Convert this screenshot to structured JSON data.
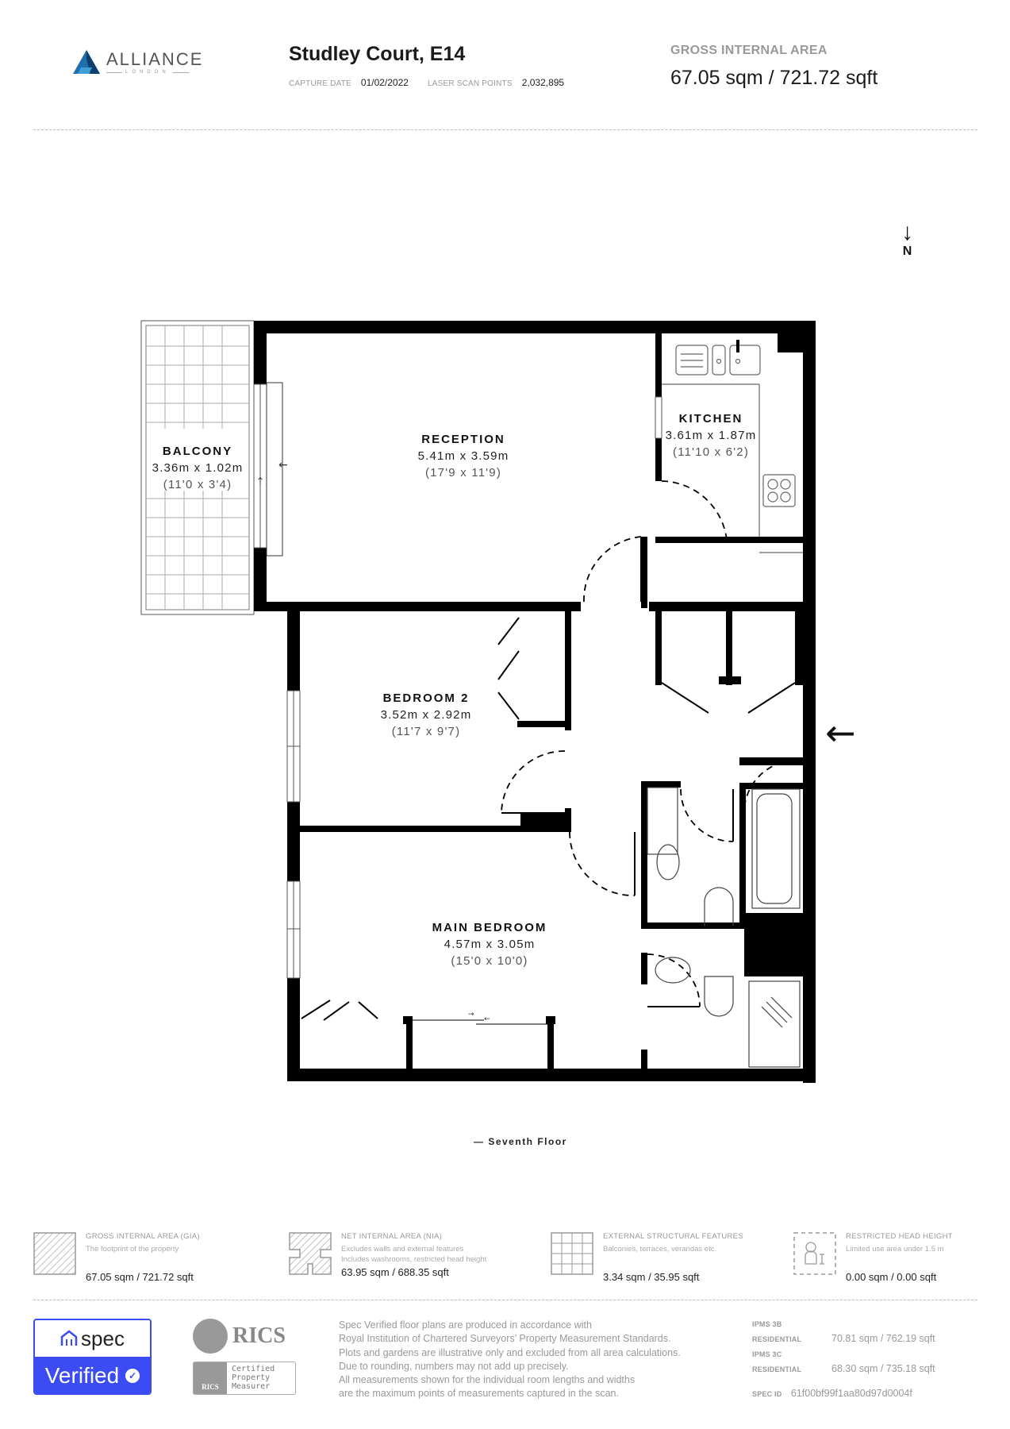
{
  "header": {
    "brand": "ALLIANCE",
    "brand_sub": "LONDON",
    "title": "Studley Court, E14",
    "capture_date_label": "CAPTURE DATE",
    "capture_date": "01/02/2022",
    "scan_points_label": "LASER SCAN POINTS",
    "scan_points": "2,032,895",
    "gia_label": "GROSS INTERNAL AREA",
    "gia_value": "67.05 sqm / 721.72 sqft"
  },
  "compass": {
    "label": "N",
    "arrow": "↓"
  },
  "rooms": {
    "reception": {
      "name": "RECEPTION",
      "metric": "5.41m x 3.59m",
      "imperial": "(17'9 x 11'9)"
    },
    "balcony": {
      "name": "BALCONY",
      "metric": "3.36m x 1.02m",
      "imperial": "(11'0 x 3'4)"
    },
    "kitchen": {
      "name": "KITCHEN",
      "metric": "3.61m x 1.87m",
      "imperial": "(11'10 x 6'2)"
    },
    "bedroom2": {
      "name": "BEDROOM 2",
      "metric": "3.52m x 2.92m",
      "imperial": "(11'7 x 9'7)"
    },
    "main_bedroom": {
      "name": "MAIN BEDROOM",
      "metric": "4.57m x 3.05m",
      "imperial": "(15'0 x 10'0)"
    }
  },
  "entrance_arrow": "←",
  "floor_name": "— Seventh Floor",
  "legend": [
    {
      "icon": "hatch-icon",
      "title": "GROSS INTERNAL AREA (GIA)",
      "desc": [
        "The footprint of the property"
      ],
      "value": "67.05 sqm / 721.72 sqft"
    },
    {
      "icon": "nia-hatch-icon",
      "title": "NET INTERNAL AREA (NIA)",
      "desc": [
        "Excludes walls and external features",
        "Includes washrooms, restricted head height"
      ],
      "value": "63.95 sqm / 688.35 sqft"
    },
    {
      "icon": "grid-icon",
      "title": "EXTERNAL STRUCTURAL FEATURES",
      "desc": [
        "Balconies, terraces, verandas etc."
      ],
      "value": "3.34 sqm / 35.95 sqft"
    },
    {
      "icon": "restricted-height-icon",
      "title": "RESTRICTED HEAD HEIGHT",
      "desc": [
        "Limited use area under 1.5 m"
      ],
      "value": "0.00 sqm / 0.00 sqft"
    }
  ],
  "footer": {
    "spec_logo": "spec",
    "spec_verified": "Verified",
    "spec_check": "✓",
    "rics_name": "RICS",
    "rics_badge": "RICS",
    "rics_cert": [
      "Certified",
      "Property",
      "Measurer"
    ],
    "disclaimer": [
      "Spec Verified floor plans are produced in accordance with",
      "Royal Institution of Chartered Surveyors’ Property Measurement Standards.",
      "Plots and gardens are illustrative only and excluded from all area calculations.",
      "Due to rounding, numbers may not add up precisely.",
      "All measurements shown for the individual room lengths and widths",
      "are the maximum points of measurements captured in the scan."
    ],
    "ipms_3b_label": "IPMS 3B RESIDENTIAL",
    "ipms_3b_value": "70.81 sqm / 762.19 sqft",
    "ipms_3c_label": "IPMS 3C RESIDENTIAL",
    "ipms_3c_value": "68.30 sqm / 735.18 sqft",
    "spec_id_label": "SPEC ID",
    "spec_id": "61f00bf99f1aa80d97d0004f"
  },
  "colors": {
    "spec_blue": "#3b4cf5",
    "logo_blue": "#1e6fae",
    "wall": "#000000",
    "muted": "#999999"
  }
}
